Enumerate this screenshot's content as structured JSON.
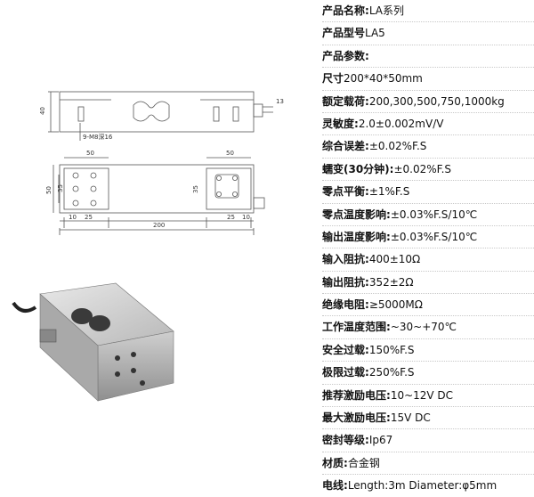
{
  "specs": [
    {
      "label": "产品名称:",
      "value": "LA系列"
    },
    {
      "label": "产品型号",
      "value": "LA5"
    },
    {
      "label": "产品参数:",
      "value": ""
    },
    {
      "label": "尺寸",
      "value": "200*40*50mm"
    },
    {
      "label": "额定载荷:",
      "value": "200,300,500,750,1000kg"
    },
    {
      "label": "灵敏度:",
      "value": "2.0±0.002mV/V"
    },
    {
      "label": "综合误差:",
      "value": "±0.02%F.S"
    },
    {
      "label": "蠕变(30分钟):",
      "value": "±0.02%F.S"
    },
    {
      "label": "零点平衡:",
      "value": "±1%F.S"
    },
    {
      "label": "零点温度影响:",
      "value": "±0.03%F.S/10℃"
    },
    {
      "label": "输出温度影响:",
      "value": "±0.03%F.S/10℃"
    },
    {
      "label": "输入阻抗:",
      "value": "400±10Ω"
    },
    {
      "label": "输出阻抗:",
      "value": "352±2Ω"
    },
    {
      "label": "绝缘电阻:",
      "value": "≥5000MΩ"
    },
    {
      "label": "工作温度范围:",
      "value": "~30~+70℃"
    },
    {
      "label": "安全过载:",
      "value": "150%F.S"
    },
    {
      "label": "极限过载:",
      "value": "250%F.S"
    },
    {
      "label": "推荐激励电压:",
      "value": "10~12V DC"
    },
    {
      "label": "最大激励电压:",
      "value": "15V DC"
    },
    {
      "label": "密封等级:",
      "value": "Ip67"
    },
    {
      "label": "材质:",
      "value": "合金钢"
    },
    {
      "label": "电线:",
      "value": "Length:3m Diameter:φ5mm"
    }
  ],
  "drawing": {
    "dim_height": "40",
    "dim_thread": "9-M8深16",
    "dim_top_left": "50",
    "dim_top_right": "50",
    "dim_side_50": "50",
    "dim_side_35_left": "35",
    "dim_side_35_right": "35",
    "dim_10_left": "10",
    "dim_25_left": "25",
    "dim_25_right": "25",
    "dim_10_right": "10",
    "dim_total": "200"
  }
}
